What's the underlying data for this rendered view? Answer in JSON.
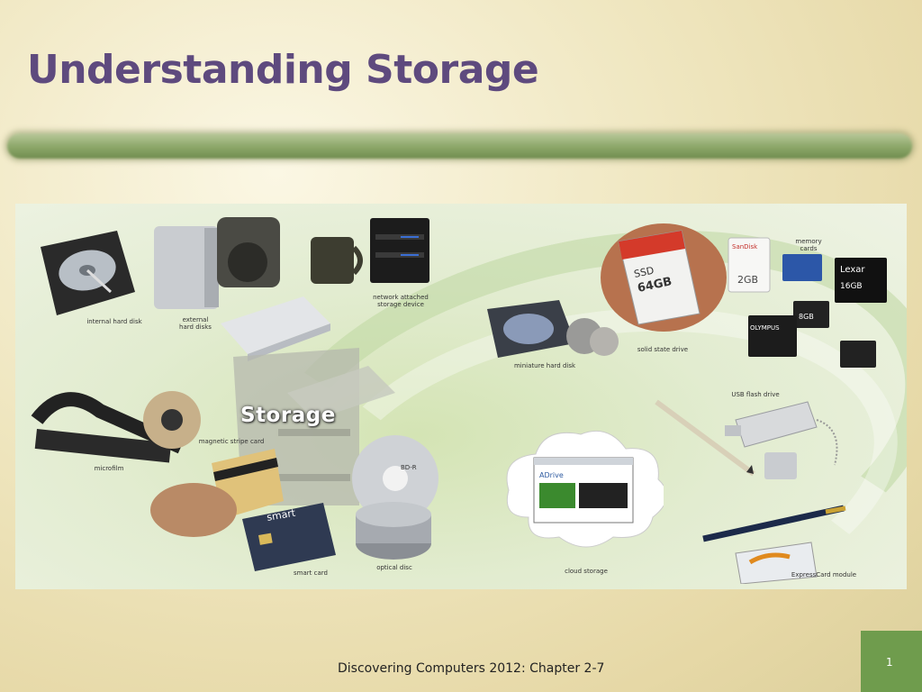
{
  "slide": {
    "title": "Understanding Storage",
    "footer": "Discovering Computers 2012: Chapter 2-7",
    "page_number": "1"
  },
  "figure": {
    "center_label": "Storage",
    "items": [
      {
        "key": "internal_hard_disk",
        "label": "internal hard disk"
      },
      {
        "key": "external_hard_disks",
        "label": "external\nhard disks"
      },
      {
        "key": "network_attached_storage",
        "label": "network attached\nstorage device"
      },
      {
        "key": "miniature_hard_disk",
        "label": "miniature hard disk"
      },
      {
        "key": "solid_state_drive",
        "label": "solid state drive"
      },
      {
        "key": "memory_cards",
        "label": "memory cards"
      },
      {
        "key": "usb_flash_drive",
        "label": "USB flash drive"
      },
      {
        "key": "magnetic_stripe_card",
        "label": "magnetic stripe card"
      },
      {
        "key": "microfilm",
        "label": "microfilm"
      },
      {
        "key": "smart_card",
        "label": "smart card"
      },
      {
        "key": "optical_disc",
        "label": "optical disc"
      },
      {
        "key": "cloud_storage",
        "label": "cloud storage"
      },
      {
        "key": "expresscard_module",
        "label": "ExpressCard module"
      }
    ],
    "product_text": {
      "ssd": "SSD",
      "ssd_capacity": "64GB",
      "sandisk": "SanDisk",
      "lexar": "Lexar",
      "lexar_capacity": "16GB",
      "sd_capacity": "2GB",
      "microsd_capacity": "8GB",
      "olympus": "OLYMPUS",
      "smart": "smart",
      "adrive": "ADrive",
      "bd_r": "BD-R"
    }
  },
  "colors": {
    "title": "#5e4a7e",
    "accent_green": "#6f9c4d"
  }
}
